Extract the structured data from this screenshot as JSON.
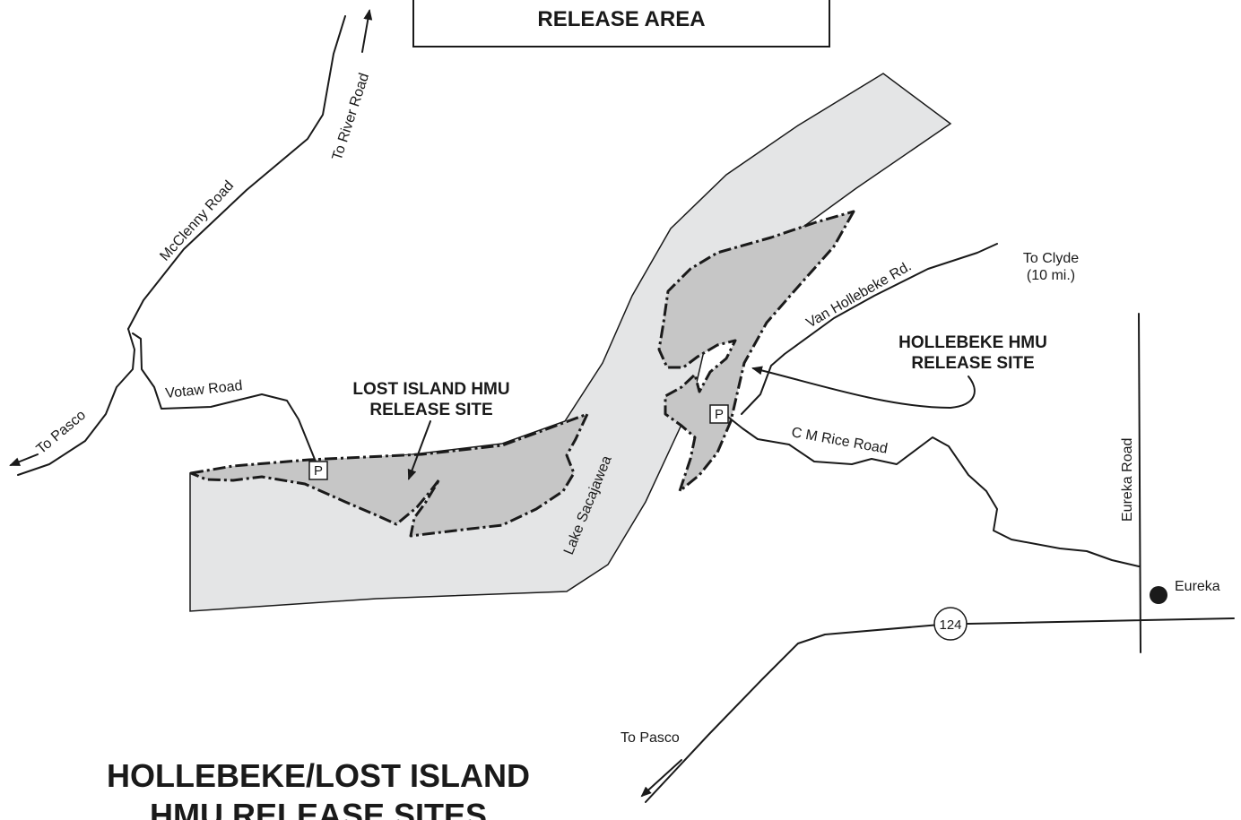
{
  "header_box": {
    "text": "RELEASE AREA"
  },
  "title": {
    "line1": "HOLLEBEKE/LOST ISLAND",
    "line2": "HMU RELEASE SITES"
  },
  "lake": {
    "name": "Lake Sacajawea",
    "fill": "#e4e5e6"
  },
  "release_sites": {
    "lost_island": {
      "line1": "LOST ISLAND HMU",
      "line2": "RELEASE SITE"
    },
    "hollebeke": {
      "line1": "HOLLEBEKE HMU",
      "line2": "RELEASE SITE"
    },
    "fill": "#c6c6c6"
  },
  "roads": {
    "mcclenny": "McClenny Road",
    "votaw": "Votaw Road",
    "van_hollebeke": "Van Hollebeke Rd.",
    "cm_rice": "C M Rice Road",
    "eureka_road": "Eureka Road",
    "highway": "124"
  },
  "directions": {
    "to_river_road": "To River Road",
    "to_pasco_west": "To Pasco",
    "to_clyde": {
      "line1": "To Clyde",
      "line2": "(10 mi.)"
    },
    "to_pasco_south": "To Pasco"
  },
  "towns": {
    "eureka": "Eureka"
  },
  "parking": {
    "symbol": "P"
  }
}
